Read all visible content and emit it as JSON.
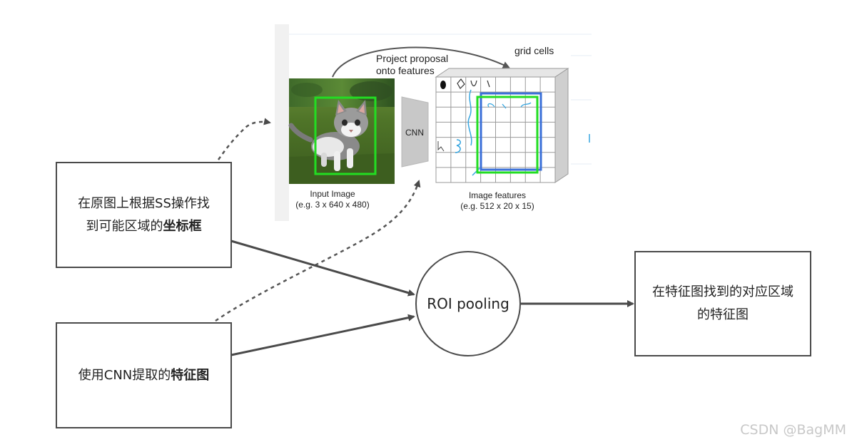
{
  "screenshot": {
    "title": "Project proposal",
    "title_line2": "onto features",
    "grid_label": "grid cells",
    "cnn_label": "CNN",
    "input_label": "Input Image",
    "input_dims": "(e.g. 3 x 640 x 480)",
    "features_label": "Image features",
    "features_dims": "(e.g. 512 x 20 x 15)"
  },
  "boxes": {
    "coords_line1": "在原图上根据SS操作找",
    "coords_line2_plain": "到可能区域的",
    "coords_line2_bold": "坐标框",
    "features_plain": "使用CNN提取的",
    "features_bold": "特征图",
    "output_line1": "在特征图找到的对应区域",
    "output_line2": "的特征图"
  },
  "roi": {
    "label": "ROI pooling"
  },
  "watermark": "CSDN @BagMM",
  "colors": {
    "green": "#22dd22",
    "blue": "#3a6fd8",
    "line": "#4a4a4a",
    "grid": "#9a9a9a",
    "cnn": "#c8c8c8"
  }
}
